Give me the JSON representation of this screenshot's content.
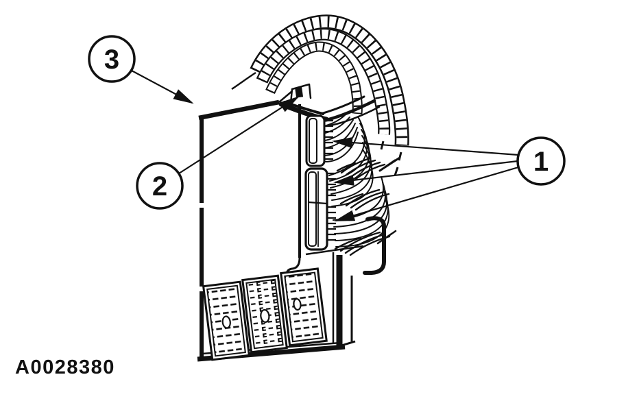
{
  "figure": {
    "code": "A0028380",
    "line_color": "#111111",
    "background_color": "#ffffff"
  },
  "callouts": [
    {
      "number": "1"
    },
    {
      "number": "2"
    },
    {
      "number": "3"
    }
  ]
}
